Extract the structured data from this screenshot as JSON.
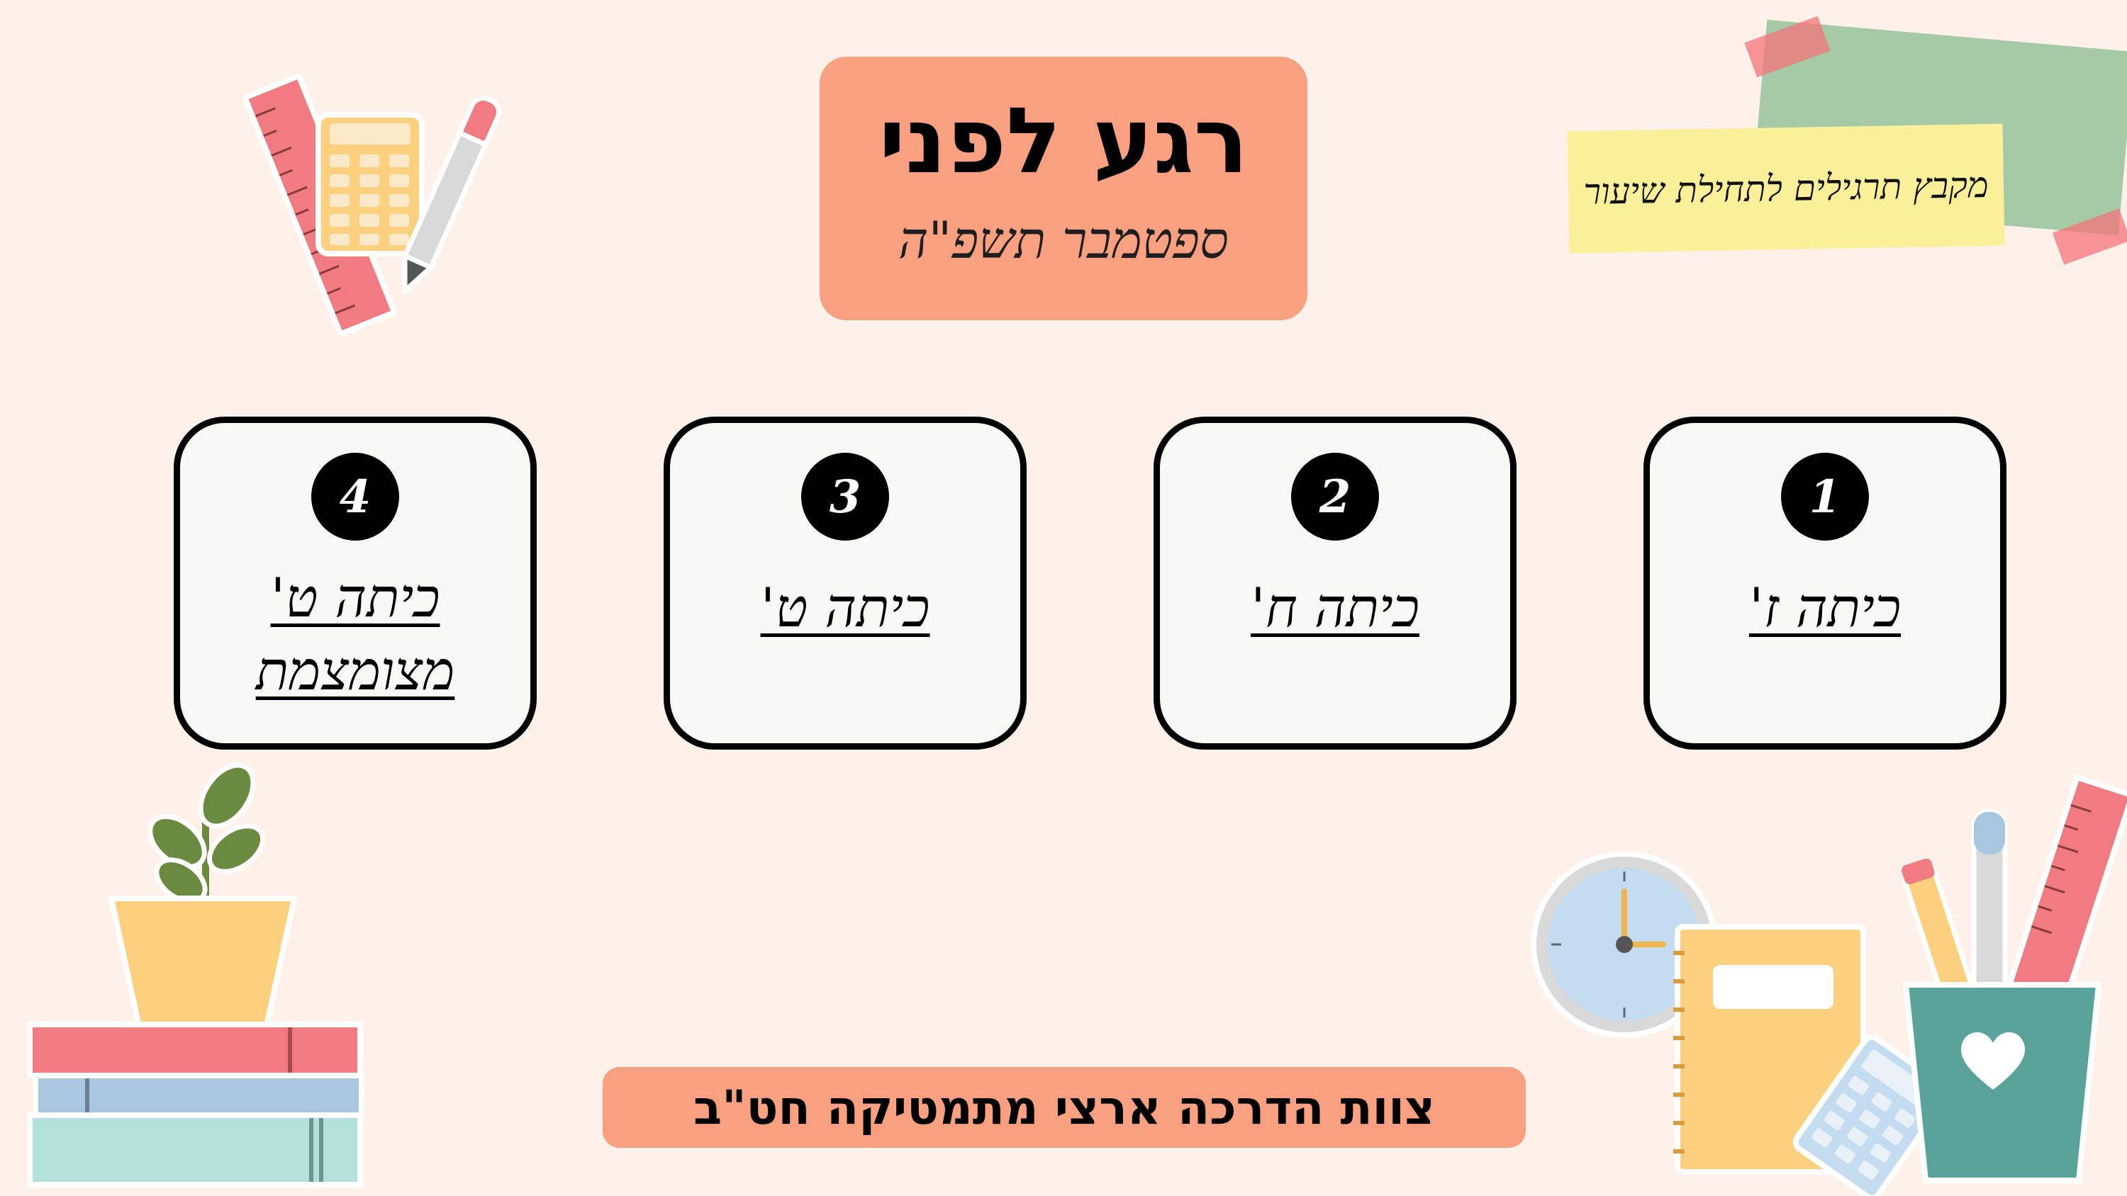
{
  "title": {
    "main": "רגע לפני",
    "subtitle": "ספטמבר תשפ\"ה"
  },
  "note": {
    "text": "מקבץ תרגילים לתחילת שיעור"
  },
  "cards": [
    {
      "number": "1",
      "label": "כיתה ז'",
      "label2": ""
    },
    {
      "number": "2",
      "label": "כיתה ח'",
      "label2": ""
    },
    {
      "number": "3",
      "label": "כיתה ט'",
      "label2": ""
    },
    {
      "number": "4",
      "label": "כיתה ט'",
      "label2": "מצומצמת"
    }
  ],
  "footer": {
    "text": "צוות הדרכה ארצי מתמטיקה חט\"ב"
  },
  "colors": {
    "background": "#fdf1ea",
    "accent_salmon": "#f9a081",
    "card_fill": "#f8f8f6",
    "note_yellow": "#fbf09a",
    "note_green": "#a6c9a6"
  },
  "icons": [
    "ruler-icon",
    "calculator-icon",
    "pen-icon",
    "plant-icon",
    "books-stack-icon",
    "clock-icon",
    "notebook-icon",
    "pencil-cup-icon",
    "heart-icon"
  ]
}
